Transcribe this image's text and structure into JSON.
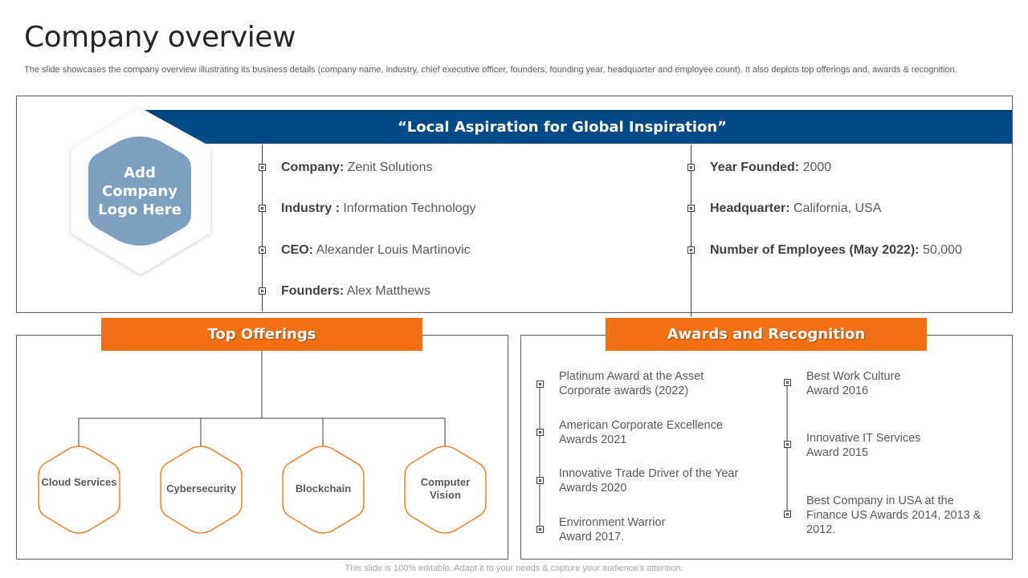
{
  "header": {
    "title": "Company overview",
    "subtitle": "The slide showcases the company overview illustrating its business details (company name, industry, chief executive officer, founders, founding year, headquarter and employee count). It also depicts top offerings and, awards & recognition."
  },
  "banner": {
    "tagline": "“Local Aspiration for Global Inspiration”",
    "logo_placeholder": "Add Company Logo Here"
  },
  "details_left": [
    {
      "label": "Company:",
      "value": " Zenit Solutions"
    },
    {
      "label": "Industry :",
      "value": " Information  Technology"
    },
    {
      "label": "CEO:",
      "value": " Alexander  Louis Martinovic"
    },
    {
      "label": "Founders:",
      "value": " Alex Matthews"
    }
  ],
  "details_right": [
    {
      "label": "Year Founded:",
      "value": " 2000"
    },
    {
      "label": "Headquarter:",
      "value": " California, USA"
    },
    {
      "label": "Number of Employees (May 2022):",
      "value": " 50,000"
    }
  ],
  "offerings": {
    "heading": "Top Offerings",
    "items": [
      "Cloud Services",
      "Cybersecurity",
      "Blockchain",
      "Computer Vision"
    ]
  },
  "awards": {
    "heading": "Awards and Recognition",
    "left": [
      "Platinum Award at the Asset Corporate awards (2022)",
      "American Corporate Excellence Awards 2021",
      "Innovative  Trade Driver of the Year Awards 2020",
      "Environment Warrior Award 2017."
    ],
    "right": [
      "Best Work Culture Award 2016",
      "Innovative  IT Services Award 2015",
      "Best Company in USA at the Finance US Awards 2014, 2013 & 2012."
    ]
  },
  "footer": "This slide is 100% editable. Adapt it to your needs & capture your audience’s attention.",
  "colors": {
    "banner_blue": "#004a87",
    "logo_hex": "#7f9fbf",
    "accent_orange": "#f07013"
  }
}
